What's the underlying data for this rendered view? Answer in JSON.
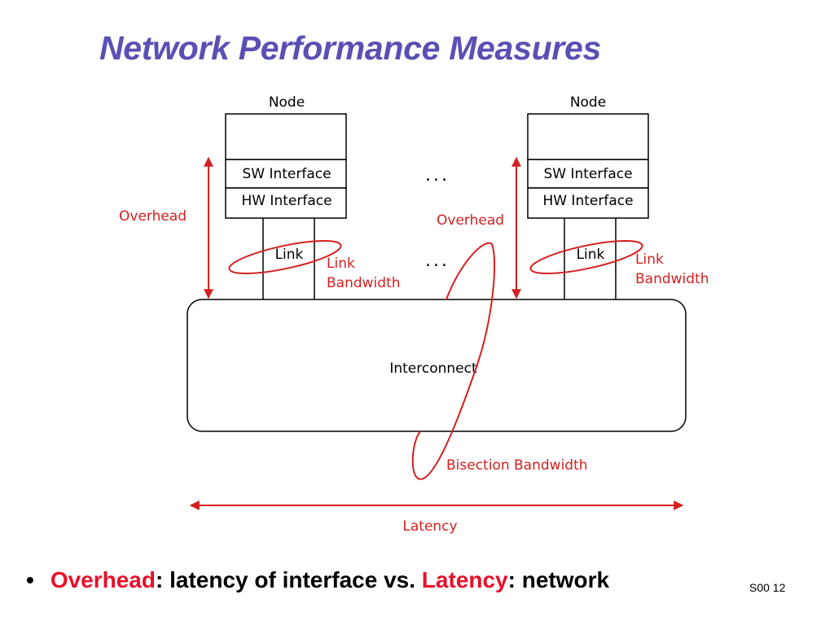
{
  "slide": {
    "title": "Network Performance Measures",
    "slide_number": "S00 12"
  },
  "diagram": {
    "node_left": {
      "node_label": "Node",
      "sw_interface": "SW Interface",
      "hw_interface": "HW Interface",
      "link": "Link"
    },
    "node_right": {
      "node_label": "Node",
      "sw_interface": "SW Interface",
      "hw_interface": "HW Interface",
      "link": "Link"
    },
    "ellipsis": "...",
    "interconnect": "Interconnect",
    "labels": {
      "overhead_left": "Overhead",
      "overhead_middle": "Overhead",
      "link_bandwidth_left": [
        "Link",
        "Bandwidth"
      ],
      "link_bandwidth_right": [
        "Link",
        "Bandwidth"
      ],
      "bisection_bandwidth": "Bisection Bandwidth",
      "latency": "Latency"
    },
    "colors": {
      "annotation": "#d42020",
      "title": "#5a4fb4",
      "highlight": "#e8102a"
    }
  },
  "bullet": {
    "term1": "Overhead",
    "text1": ": latency of interface vs. ",
    "term2": "Latency",
    "text2": ": network"
  }
}
